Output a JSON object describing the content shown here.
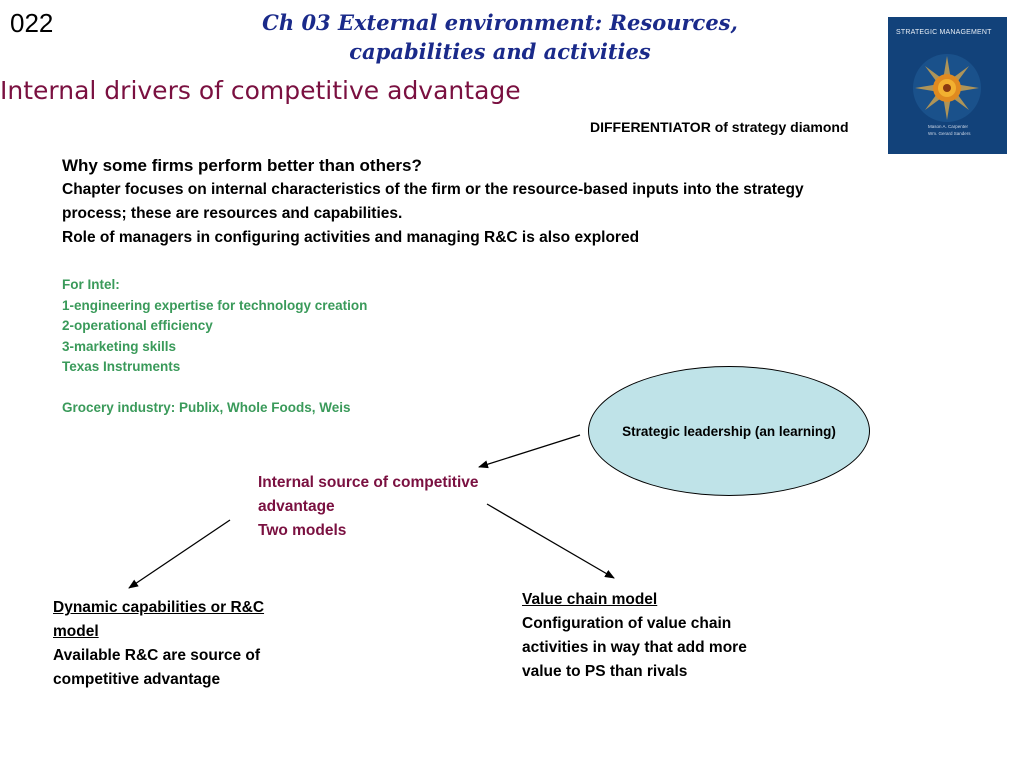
{
  "slide_number": "022",
  "title_lines": [
    "Ch 03 External environment: Resources,",
    "capabilities and activities"
  ],
  "subtitle": "Internal drivers of competitive advantage",
  "differentiator": "DIFFERENTIATOR of strategy diamond",
  "book_cover": {
    "title": "STRATEGIC MANAGEMENT",
    "authors": [
      "Mason A. Carpenter",
      "Wm. Gerard Sanders"
    ]
  },
  "body": {
    "question": "Why some firms perform better than others?",
    "lines": [
      "Chapter focuses on internal characteristics of the firm or the resource-based inputs into the strategy process; these are resources and capabilities.",
      "Role of managers in configuring activities and managing R&C is also explored"
    ]
  },
  "intel": {
    "heading": "For Intel:",
    "items": [
      "1-engineering expertise for technology creation",
      "2-operational efficiency",
      "3-marketing skills",
      "Texas Instruments"
    ],
    "grocery": "Grocery industry: Publix, Whole Foods, Weis"
  },
  "ellipse_label": "Strategic leadership (an learning)",
  "internal_source": {
    "line1": "Internal source of competitive advantage",
    "line2": "Two models"
  },
  "dynamic": {
    "heading": "Dynamic capabilities or R&C model",
    "text": "Available R&C are source of competitive advantage"
  },
  "value_chain": {
    "heading": "Value chain model",
    "text": "Configuration of value chain activities in  way that add more value to PS than rivals"
  },
  "colors": {
    "title": "#1a2a8a",
    "subtitle": "#7a1040",
    "intel_green": "#3a9a5a",
    "ellipse_fill": "#bfe3e8",
    "book_bg": "#12427a"
  }
}
